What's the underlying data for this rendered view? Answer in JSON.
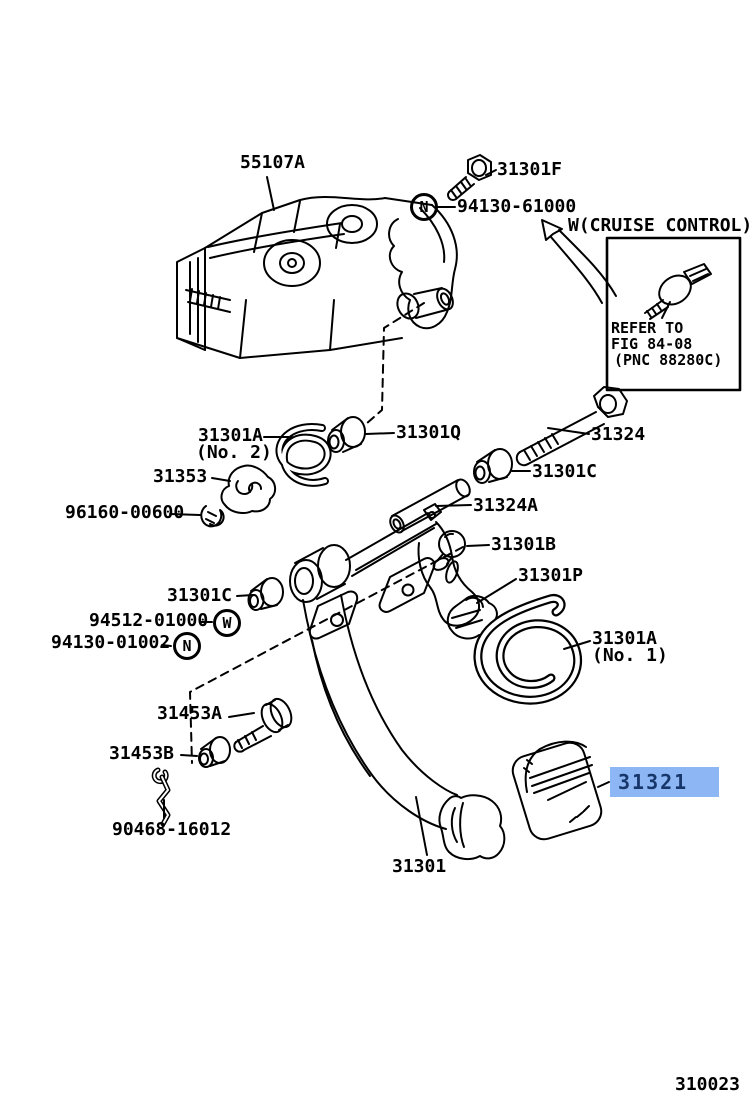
{
  "diagram": {
    "figure_number": "310023",
    "highlight": {
      "bg": "#8cb7f4",
      "fg": "#17376b"
    },
    "cruise_box": {
      "note_label": "W(CRUISE CONTROL)",
      "line1": "REFER TO",
      "line2": "FIG 84-08",
      "line3": "(PNC 88280C)"
    },
    "circled_letters": {
      "n_top": "N",
      "w_mid": "W",
      "n_mid": "N"
    },
    "callouts": {
      "c55107a": "55107A",
      "c31301f": "31301F",
      "c94130_61000": "94130-61000",
      "c31301a_no2": "31301A",
      "c31301a_no2_sub": "(No. 2)",
      "c31301q": "31301Q",
      "c31353": "31353",
      "c96160_00600": "96160-00600",
      "c31324": "31324",
      "c31301c_upper": "31301C",
      "c31324a": "31324A",
      "c31301b": "31301B",
      "c31301p": "31301P",
      "c31301c_lower": "31301C",
      "c94512_01000": "94512-01000",
      "c94130_01002": "94130-01002",
      "c31301a_no1": "31301A",
      "c31301a_no1_sub": "(No. 1)",
      "c31453a": "31453A",
      "c31453b": "31453B",
      "c90468_16012": "90468-16012",
      "c31301": "31301",
      "c31321": "31321"
    }
  }
}
